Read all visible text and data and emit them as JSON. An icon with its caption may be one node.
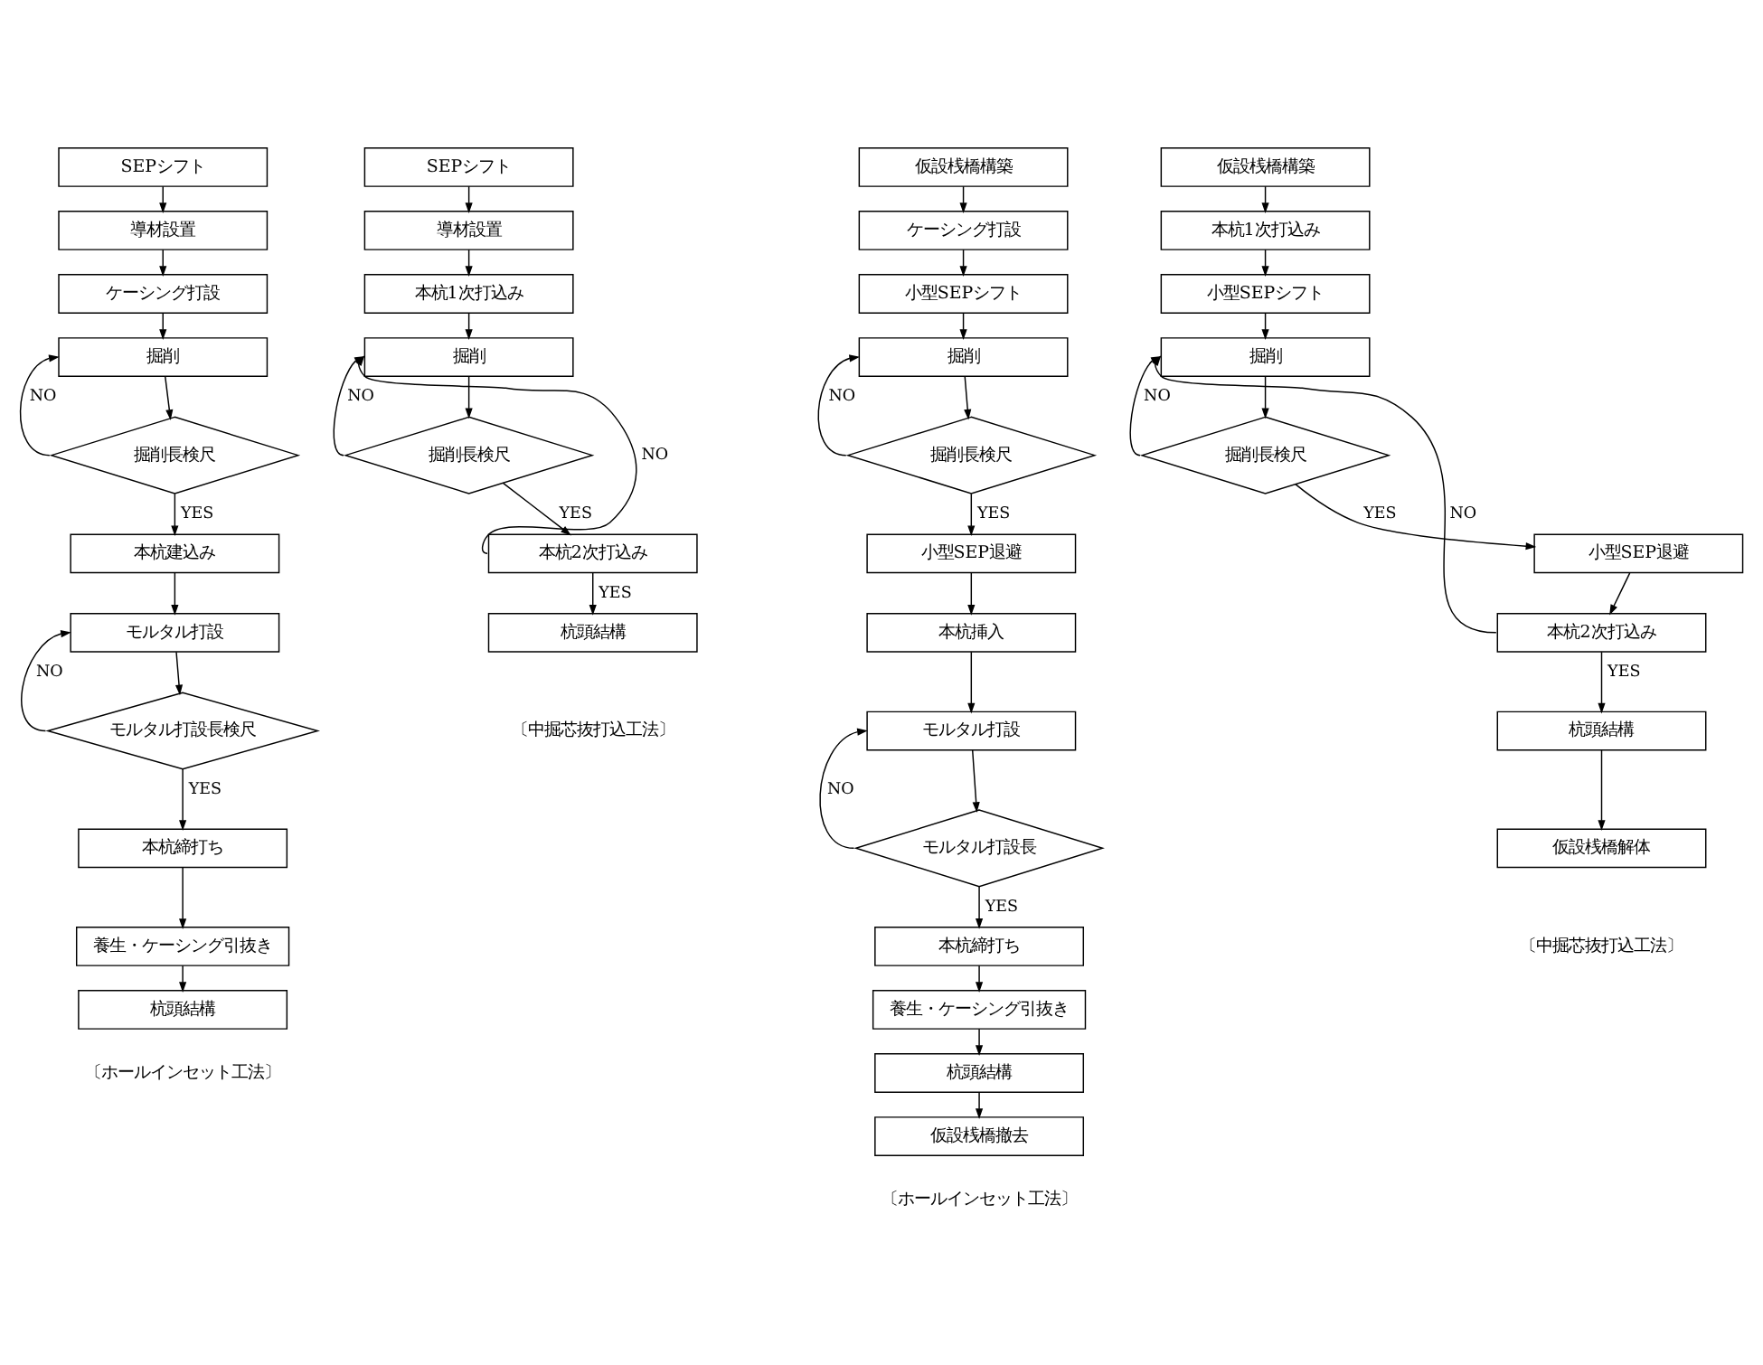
{
  "diagram": {
    "nodes": [
      {
        "text": [
          "SEPシフト"
        ]
      },
      {
        "text": [
          "導材設置"
        ]
      },
      {
        "text": [
          "ケーシング打設"
        ]
      },
      {
        "text": [
          "掘削"
        ]
      },
      {
        "text": [
          "掘削長検尺"
        ]
      },
      {
        "text": [
          "本杭建込み"
        ]
      },
      {
        "text": [
          "モルタル打設"
        ]
      },
      {
        "text": [
          "モルタル打設長検尺"
        ]
      },
      {
        "text": [
          "本杭締打ち"
        ]
      },
      {
        "text": [
          "養生・ケーシング引抜き"
        ]
      },
      {
        "text": [
          "杭頭結構"
        ]
      },
      {
        "text": [
          "SEPシフト"
        ]
      },
      {
        "text": [
          "導材設置"
        ]
      },
      {
        "text": [
          "本杭1次打込み"
        ]
      },
      {
        "text": [
          "掘削"
        ]
      },
      {
        "text": [
          "掘削長検尺"
        ]
      },
      {
        "text": [
          "本杭2次打込み"
        ]
      },
      {
        "text": [
          "杭頭結構"
        ]
      },
      {
        "text": [
          "仮設桟橋構築"
        ]
      },
      {
        "text": [
          "ケーシング打設"
        ]
      },
      {
        "text": [
          "小型SEPシフト"
        ]
      },
      {
        "text": [
          "掘削"
        ]
      },
      {
        "text": [
          "掘削長検尺"
        ]
      },
      {
        "text": [
          "小型SEP退避"
        ]
      },
      {
        "text": [
          "本杭挿入"
        ]
      },
      {
        "text": [
          "モルタル打設"
        ]
      },
      {
        "text": [
          "モルタル打設長"
        ]
      },
      {
        "text": [
          "本杭締打ち"
        ]
      },
      {
        "text": [
          "養生・ケーシング引抜き"
        ]
      },
      {
        "text": [
          "杭頭結構"
        ]
      },
      {
        "text": [
          "仮設桟橋撤去"
        ]
      },
      {
        "text": [
          "仮設桟橋構築"
        ]
      },
      {
        "text": [
          "本杭1次打込み"
        ]
      },
      {
        "text": [
          "小型SEPシフト"
        ]
      },
      {
        "text": [
          "掘削"
        ]
      },
      {
        "text": [
          "掘削長検尺"
        ]
      },
      {
        "text": [
          "小型SEP退避"
        ]
      },
      {
        "text": [
          "本杭2次打込み"
        ]
      },
      {
        "text": [
          "杭頭結構"
        ]
      },
      {
        "text": [
          "仮設桟橋解体"
        ]
      }
    ],
    "edges": [
      {
        "from": 0,
        "to": 1,
        "arrow": "to"
      },
      {
        "from": 1,
        "to": 2,
        "arrow": "to"
      },
      {
        "from": 2,
        "to": 3,
        "arrow": "to"
      },
      {
        "from": 3,
        "to": 4,
        "arrow": "to"
      },
      {
        "from": 4,
        "to": 5,
        "arrow": "to",
        "label": "YES"
      },
      {
        "from": 4,
        "to": 3,
        "arrow": "to",
        "label": "NO"
      },
      {
        "from": 5,
        "to": 6,
        "arrow": "to"
      },
      {
        "from": 6,
        "to": 7,
        "arrow": "to"
      },
      {
        "from": 7,
        "to": 8,
        "arrow": "to",
        "label": "YES"
      },
      {
        "from": 7,
        "to": 6,
        "arrow": "to",
        "label": "NO"
      },
      {
        "from": 8,
        "to": 9,
        "arrow": "to"
      },
      {
        "from": 9,
        "to": 10,
        "arrow": "to"
      },
      {
        "from": 11,
        "to": 12,
        "arrow": "to"
      },
      {
        "from": 12,
        "to": 13,
        "arrow": "to"
      },
      {
        "from": 13,
        "to": 14,
        "arrow": "to"
      },
      {
        "from": 14,
        "to": 15,
        "arrow": "to"
      },
      {
        "from": 15,
        "to": 16,
        "arrow": "to",
        "label": "YES"
      },
      {
        "from": 15,
        "to": 14,
        "arrow": "to",
        "label": "NO"
      },
      {
        "from": 16,
        "to": 14,
        "arrow": "to",
        "label": "NO"
      },
      {
        "from": 16,
        "to": 17,
        "arrow": "to",
        "label": "YES"
      },
      {
        "from": 18,
        "to": 19,
        "arrow": "to"
      },
      {
        "from": 19,
        "to": 20,
        "arrow": "to"
      },
      {
        "from": 20,
        "to": 21,
        "arrow": "to"
      },
      {
        "from": 21,
        "to": 22,
        "arrow": "to"
      },
      {
        "from": 22,
        "to": 23,
        "arrow": "to",
        "label": "YES"
      },
      {
        "from": 22,
        "to": 21,
        "arrow": "to",
        "label": "NO"
      },
      {
        "from": 23,
        "to": 24,
        "arrow": "to"
      },
      {
        "from": 24,
        "to": 25,
        "arrow": "to"
      },
      {
        "from": 25,
        "to": 26,
        "arrow": "to"
      },
      {
        "from": 26,
        "to": 27,
        "arrow": "to",
        "label": "YES"
      },
      {
        "from": 26,
        "to": 25,
        "arrow": "to",
        "label": "NO"
      },
      {
        "from": 27,
        "to": 28,
        "arrow": "to"
      },
      {
        "from": 28,
        "to": 29,
        "arrow": "to"
      },
      {
        "from": 29,
        "to": 30,
        "arrow": "to"
      },
      {
        "from": 31,
        "to": 32,
        "arrow": "to"
      },
      {
        "from": 32,
        "to": 33,
        "arrow": "to"
      },
      {
        "from": 33,
        "to": 34,
        "arrow": "to"
      },
      {
        "from": 34,
        "to": 35,
        "arrow": "to"
      },
      {
        "from": 35,
        "to": 36,
        "arrow": "to",
        "label": "YES"
      },
      {
        "from": 35,
        "to": 34,
        "arrow": "to",
        "label": "NO"
      },
      {
        "from": 36,
        "to": 37,
        "arrow": "to"
      },
      {
        "from": 37,
        "to": 34,
        "arrow": "to",
        "label": "NO"
      },
      {
        "from": 37,
        "to": 38,
        "arrow": "to",
        "label": "YES"
      },
      {
        "from": 38,
        "to": 39,
        "arrow": "to"
      }
    ],
    "labels": [
      "〔ホールインセット工法〕",
      "〔中掘芯抜打込工法〕",
      "〔ホールインセット工法〕",
      "〔中掘芯抜打込工法〕"
    ]
  }
}
